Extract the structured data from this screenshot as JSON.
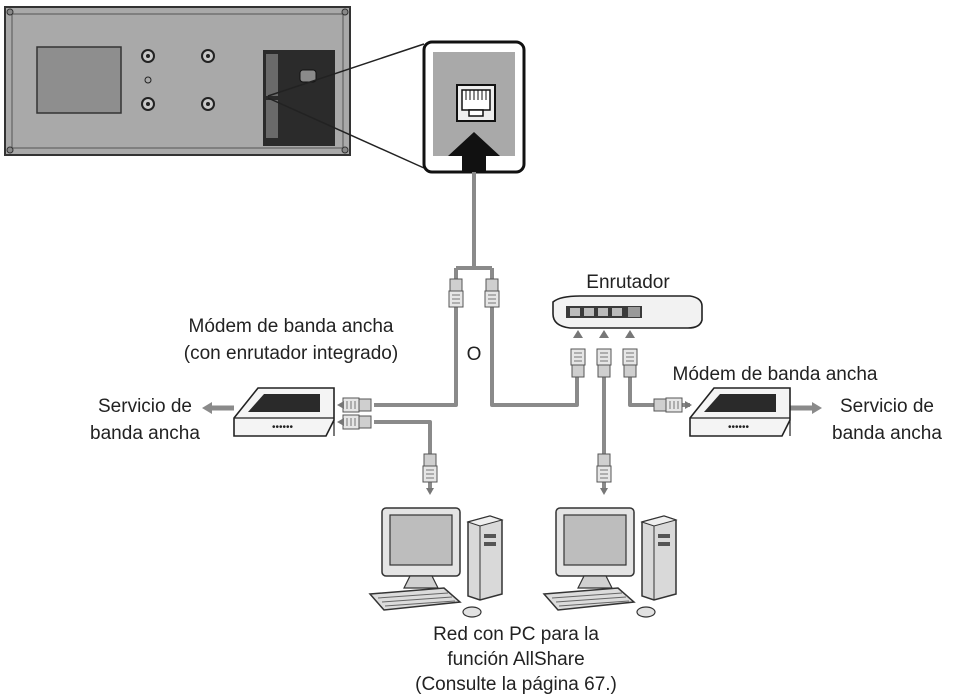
{
  "colors": {
    "panel": "#a9a9a9",
    "panel_dark": "#2b2b2b",
    "cable": "#8a8a8a",
    "text": "#222222"
  },
  "labels": {
    "router": "Enrutador",
    "modem_integrated_line1": "Módem de banda ancha",
    "modem_integrated_line2": "(con enrutador integrado)",
    "or": "O",
    "modem_right": "Módem de banda ancha",
    "service_left_line1": "Servicio de",
    "service_left_line2": "banda ancha",
    "service_right_line1": "Servicio de",
    "service_right_line2": "banda ancha",
    "pc_network_line1": "Red con PC para la",
    "pc_network_line2": "función AllShare",
    "pc_network_line3": "(Consulte la página 67.)"
  },
  "icons": [
    "device-rear-panel",
    "lan-port-icon",
    "up-arrow-icon",
    "router-icon",
    "modem-icon",
    "rj45-connector-icon",
    "pc-icon"
  ]
}
